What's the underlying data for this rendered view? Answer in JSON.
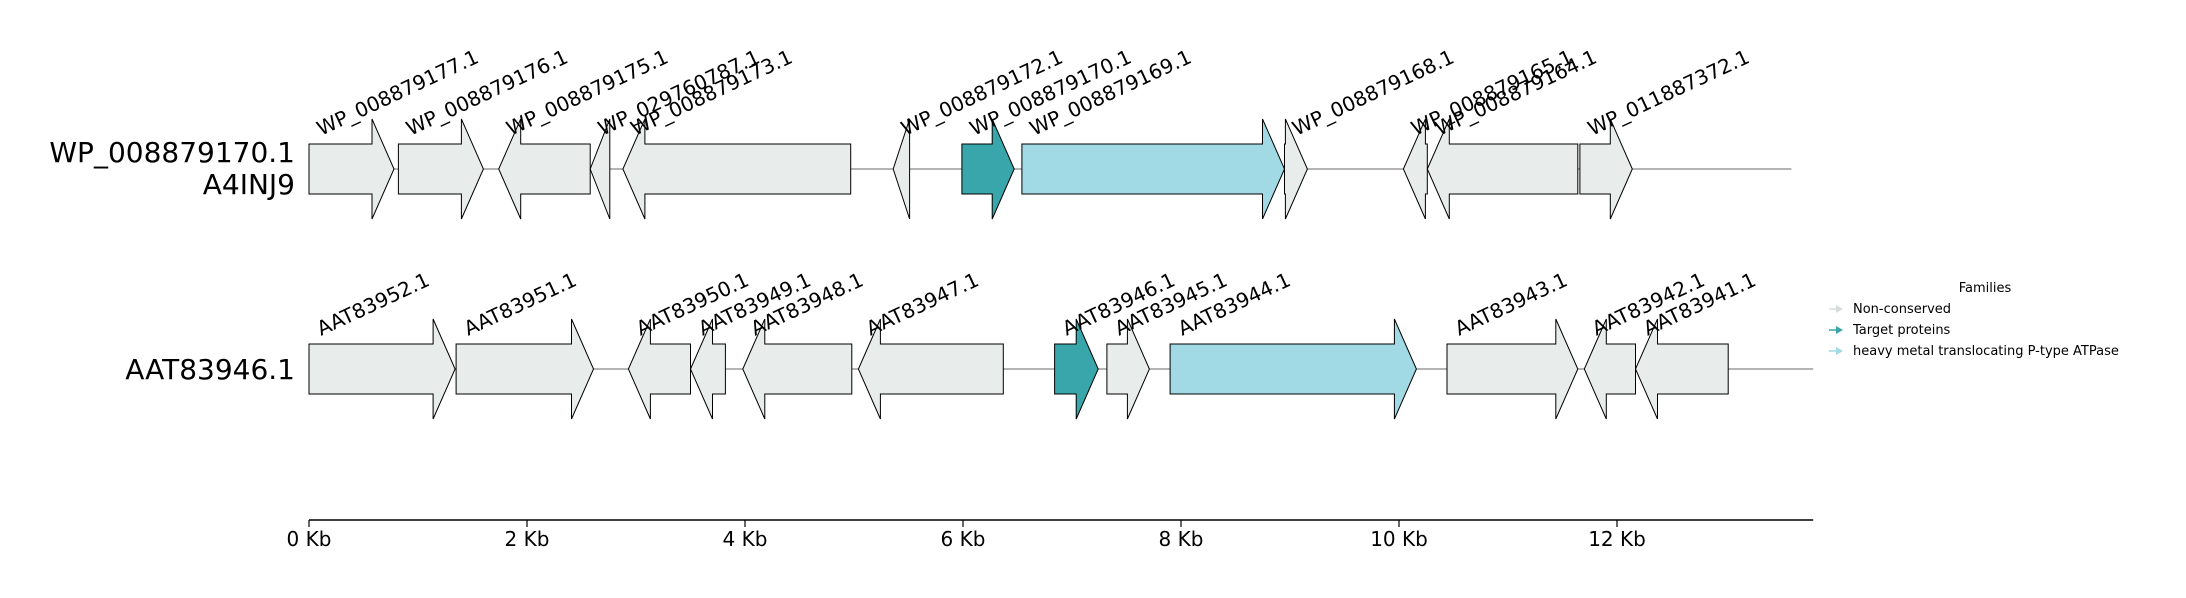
{
  "colors": {
    "non_conserved_fill": "#e8ecea",
    "target_fill": "#38a6ab",
    "heavy_metal_fill": "#a1d9e4",
    "outline": "#000000",
    "backbone": "#888888",
    "legend_non_conserved_glyph": "#d8dcdb",
    "legend_target_glyph": "#38a6ab",
    "legend_heavy_metal_glyph": "#a1d9e4"
  },
  "chart_data": {
    "type": "gene_neighborhood",
    "axis": {
      "unit": "Kb",
      "min_bp": 0,
      "max_bp": 13800,
      "ticks": [
        {
          "value_bp": 0,
          "label": "0 Kb"
        },
        {
          "value_bp": 2000,
          "label": "2 Kb"
        },
        {
          "value_bp": 4000,
          "label": "4 Kb"
        },
        {
          "value_bp": 6000,
          "label": "6 Kb"
        },
        {
          "value_bp": 8000,
          "label": "8 Kb"
        },
        {
          "value_bp": 10000,
          "label": "10 Kb"
        },
        {
          "value_bp": 12000,
          "label": "12 Kb"
        }
      ]
    },
    "legend": {
      "title": "Families",
      "placement": "right",
      "entries": [
        {
          "key": "non_conserved",
          "label": "Non-conserved"
        },
        {
          "key": "target",
          "label": "Target proteins"
        },
        {
          "key": "heavy_metal",
          "label": "heavy metal translocating P-type ATPase"
        }
      ]
    },
    "tracks": [
      {
        "name": "WP_008879170.1",
        "organism": "A4INJ9",
        "backbone_end_bp": 13600,
        "genes": [
          {
            "id": "WP_008879177.1",
            "start": 0,
            "end": 780,
            "strand": "+",
            "family": "non_conserved"
          },
          {
            "id": "WP_008879176.1",
            "start": 820,
            "end": 1600,
            "strand": "+",
            "family": "non_conserved"
          },
          {
            "id": "WP_008879175.1",
            "start": 1740,
            "end": 2580,
            "strand": "-",
            "family": "non_conserved"
          },
          {
            "id": "WP_029760787.1",
            "start": 2580,
            "end": 2760,
            "strand": "-",
            "family": "non_conserved"
          },
          {
            "id": "WP_008879173.1",
            "start": 2880,
            "end": 4970,
            "strand": "-",
            "family": "non_conserved"
          },
          {
            "id": "WP_008879172.1",
            "start": 5360,
            "end": 5510,
            "strand": "-",
            "family": "non_conserved"
          },
          {
            "id": "WP_008879170.1",
            "start": 5990,
            "end": 6470,
            "strand": "+",
            "family": "target"
          },
          {
            "id": "WP_008879169.1",
            "start": 6540,
            "end": 8950,
            "strand": "+",
            "family": "heavy_metal"
          },
          {
            "id": "WP_008879168.1",
            "start": 8950,
            "end": 9160,
            "strand": "+",
            "family": "non_conserved"
          },
          {
            "id": "WP_008879165.1",
            "start": 10040,
            "end": 10260,
            "strand": "-",
            "family": "non_conserved"
          },
          {
            "id": "WP_008879164.1",
            "start": 10260,
            "end": 11640,
            "strand": "-",
            "family": "non_conserved"
          },
          {
            "id": "WP_011887372.1",
            "start": 11660,
            "end": 12140,
            "strand": "+",
            "family": "non_conserved"
          }
        ]
      },
      {
        "name": "AAT83946.1",
        "organism": "",
        "backbone_end_bp": 13800,
        "genes": [
          {
            "id": "AAT83952.1",
            "start": 0,
            "end": 1340,
            "strand": "+",
            "family": "non_conserved"
          },
          {
            "id": "AAT83951.1",
            "start": 1350,
            "end": 2610,
            "strand": "+",
            "family": "non_conserved"
          },
          {
            "id": "AAT83950.1",
            "start": 2930,
            "end": 3500,
            "strand": "-",
            "family": "non_conserved"
          },
          {
            "id": "AAT83949.1",
            "start": 3500,
            "end": 3820,
            "strand": "-",
            "family": "non_conserved"
          },
          {
            "id": "AAT83948.1",
            "start": 3980,
            "end": 4980,
            "strand": "-",
            "family": "non_conserved"
          },
          {
            "id": "AAT83947.1",
            "start": 5040,
            "end": 6370,
            "strand": "-",
            "family": "non_conserved"
          },
          {
            "id": "AAT83946.1",
            "start": 6840,
            "end": 7240,
            "strand": "+",
            "family": "target"
          },
          {
            "id": "AAT83945.1",
            "start": 7320,
            "end": 7710,
            "strand": "+",
            "family": "non_conserved"
          },
          {
            "id": "AAT83944.1",
            "start": 7900,
            "end": 10160,
            "strand": "+",
            "family": "heavy_metal"
          },
          {
            "id": "AAT83943.1",
            "start": 10440,
            "end": 11640,
            "strand": "+",
            "family": "non_conserved"
          },
          {
            "id": "AAT83942.1",
            "start": 11700,
            "end": 12170,
            "strand": "-",
            "family": "non_conserved"
          },
          {
            "id": "AAT83941.1",
            "start": 12170,
            "end": 13020,
            "strand": "-",
            "family": "non_conserved"
          }
        ]
      }
    ]
  }
}
